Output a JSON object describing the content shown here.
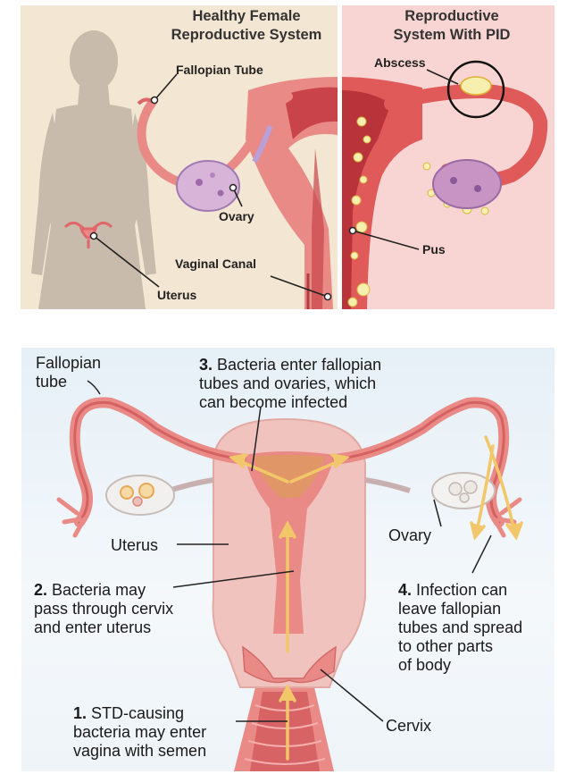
{
  "top_left": {
    "title_line1": "Healthy Female",
    "title_line2": "Reproductive System",
    "labels": {
      "fallopian_tube": "Fallopian Tube",
      "ovary": "Ovary",
      "vaginal_canal": "Vaginal Canal",
      "uterus": "Uterus"
    }
  },
  "top_right": {
    "title_line1": "Reproductive",
    "title_line2": "System With PID",
    "labels": {
      "abscess": "Abscess",
      "pus": "Pus"
    }
  },
  "bottom": {
    "fallopian_tube_line1": "Fallopian",
    "fallopian_tube_line2": "tube",
    "step3_num": "3.",
    "step3_line1": "Bacteria enter fallopian",
    "step3_line2": "tubes and ovaries, which",
    "step3_line3": "can become infected",
    "uterus": "Uterus",
    "ovary": "Ovary",
    "step2_num": "2.",
    "step2_line1": "Bacteria may",
    "step2_line2": "pass through cervix",
    "step2_line3": "and enter uterus",
    "step4_num": "4.",
    "step4_line1": "Infection can",
    "step4_line2": "leave fallopian",
    "step4_line3": "tubes and spread",
    "step4_line4": "to other parts",
    "step4_line5": "of body",
    "step1_num": "1.",
    "step1_line1": "STD-causing",
    "step1_line2": "bacteria may enter",
    "step1_line3": "vagina with semen",
    "cervix": "Cervix"
  },
  "colors": {
    "beige_bg": "#f3e6d2",
    "silhouette": "#c9bbab",
    "tissue_pink": "#e98a86",
    "tissue_dark": "#c8444a",
    "infected_bg": "#f8d5d2",
    "pus_yellow": "#f7efb0",
    "ovary_purple": "#d8b4d8",
    "bacteria_arrow": "#f2c76a",
    "blue_bg": "#e6f0f7"
  }
}
